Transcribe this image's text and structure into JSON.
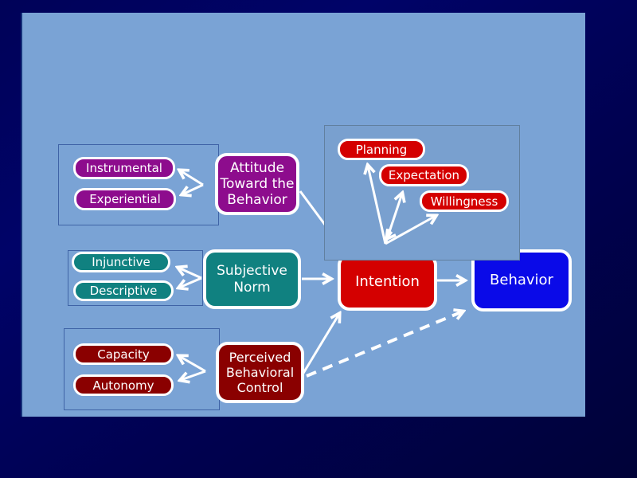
{
  "slide": {
    "type": "presentation-slide-diagram",
    "colors": {
      "background_outer": "#000368",
      "panel": "#7aa3d5",
      "attitude_group": "#8d0c8d",
      "norm_group": "#108180",
      "control_group": "#8a0000",
      "intention_red": "#d40000",
      "behavior_blue": "#0a0ae8",
      "arrows": "#ffffff"
    }
  },
  "nodes": {
    "instrumental": {
      "label": "Instrumental"
    },
    "experiential": {
      "label": "Experiential"
    },
    "attitude": {
      "lines": [
        "Attitude",
        "Toward the",
        "Behavior"
      ]
    },
    "planning": {
      "label": "Planning"
    },
    "expectation": {
      "label": "Expectation"
    },
    "willingness": {
      "label": "Willingness"
    },
    "injunctive": {
      "label": "Injunctive"
    },
    "descriptive": {
      "label": "Descriptive"
    },
    "subjective_norm": {
      "lines": [
        "Subjective",
        "Norm"
      ]
    },
    "capacity": {
      "label": "Capacity"
    },
    "autonomy": {
      "label": "Autonomy"
    },
    "pbc": {
      "lines": [
        "Perceived",
        "Behavioral",
        "Control"
      ]
    },
    "intention": {
      "label": "Intention"
    },
    "behavior": {
      "label": "Behavior"
    }
  },
  "edges": [
    {
      "from": "attitude-toward-the-behavior",
      "to": "instrumental",
      "style": "solid"
    },
    {
      "from": "attitude-toward-the-behavior",
      "to": "experiential",
      "style": "solid"
    },
    {
      "from": "subjective-norm",
      "to": "injunctive",
      "style": "solid"
    },
    {
      "from": "subjective-norm",
      "to": "descriptive",
      "style": "solid"
    },
    {
      "from": "perceived-behavioral-control",
      "to": "capacity",
      "style": "solid"
    },
    {
      "from": "perceived-behavioral-control",
      "to": "autonomy",
      "style": "solid"
    },
    {
      "from": "attitude-toward-the-behavior",
      "to": "intention",
      "style": "solid"
    },
    {
      "from": "subjective-norm",
      "to": "intention",
      "style": "solid"
    },
    {
      "from": "perceived-behavioral-control",
      "to": "intention",
      "style": "solid"
    },
    {
      "from": "intention",
      "to": "behavior",
      "style": "solid"
    },
    {
      "from": "perceived-behavioral-control",
      "to": "behavior",
      "style": "dashed"
    },
    {
      "from": "intention",
      "to": "planning",
      "style": "solid"
    },
    {
      "from": "intention",
      "to": "expectation",
      "style": "solid"
    },
    {
      "from": "intention",
      "to": "willingness",
      "style": "solid"
    }
  ]
}
